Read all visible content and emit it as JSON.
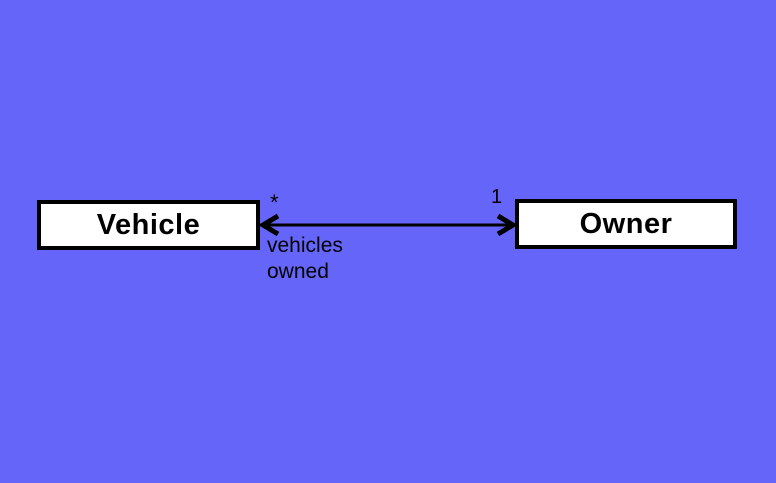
{
  "diagram": {
    "type": "uml-class-association",
    "background_color": "#6565fa",
    "box_fill_color": "#ffffff",
    "line_color": "#000000",
    "nodes": [
      {
        "id": "vehicle",
        "label": "Vehicle"
      },
      {
        "id": "owner",
        "label": "Owner"
      }
    ],
    "association": {
      "source_node": "Vehicle",
      "target_node": "Owner",
      "source_multiplicity": "*",
      "target_multiplicity": "1",
      "role_label_line1": "vehicles",
      "role_label_line2": "owned",
      "arrow_style": "double-headed"
    }
  }
}
